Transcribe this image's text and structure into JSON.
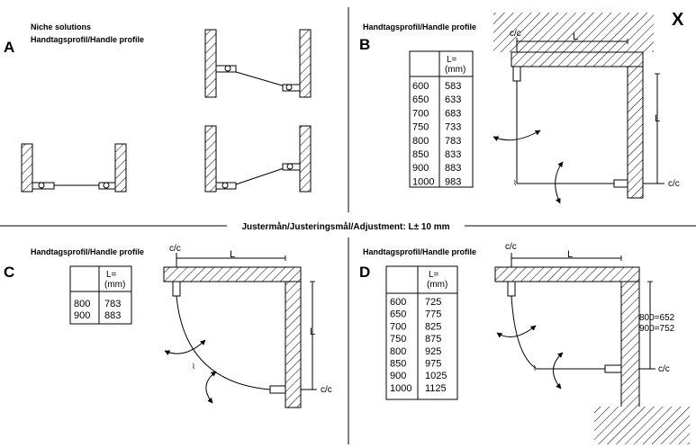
{
  "corner_mark": "X",
  "adjustment": "Justermån/Justeringsmål/Adjustment: L± 10 mm",
  "panel_a": {
    "letter": "A",
    "title1": "Niche solutions",
    "title2": "Handtagsprofil/Handle profile"
  },
  "panel_b": {
    "letter": "B",
    "title": "Handtagsprofil/Handle profile",
    "cc_top": "c/c",
    "cc_side": "c/c",
    "l_top": "L",
    "l_side": "L",
    "table_header": [
      "L=",
      "(mm)"
    ],
    "rows": [
      [
        "600",
        "583"
      ],
      [
        "650",
        "633"
      ],
      [
        "700",
        "683"
      ],
      [
        "750",
        "733"
      ],
      [
        "800",
        "783"
      ],
      [
        "850",
        "833"
      ],
      [
        "900",
        "883"
      ],
      [
        "1000",
        "983"
      ]
    ]
  },
  "panel_c": {
    "letter": "C",
    "title": "Handtagsprofil/Handle profile",
    "cc_top": "c/c",
    "cc_side": "c/c",
    "l_top": "L",
    "l_side": "L",
    "table_header": [
      "L=",
      "(mm)"
    ],
    "rows": [
      [
        "800",
        "783"
      ],
      [
        "900",
        "883"
      ]
    ]
  },
  "panel_d": {
    "letter": "D",
    "title": "Handtagsprofil/Handle profile",
    "cc_top": "c/c",
    "cc_side": "c/c",
    "l_top": "L",
    "side_dim_1": "800=652",
    "side_dim_2": "900=752",
    "table_header": [
      "L=",
      "(mm)"
    ],
    "rows": [
      [
        "600",
        "725"
      ],
      [
        "650",
        "775"
      ],
      [
        "700",
        "825"
      ],
      [
        "750",
        "875"
      ],
      [
        "800",
        "925"
      ],
      [
        "850",
        "975"
      ],
      [
        "900",
        "1025"
      ],
      [
        "1000",
        "1125"
      ]
    ]
  }
}
